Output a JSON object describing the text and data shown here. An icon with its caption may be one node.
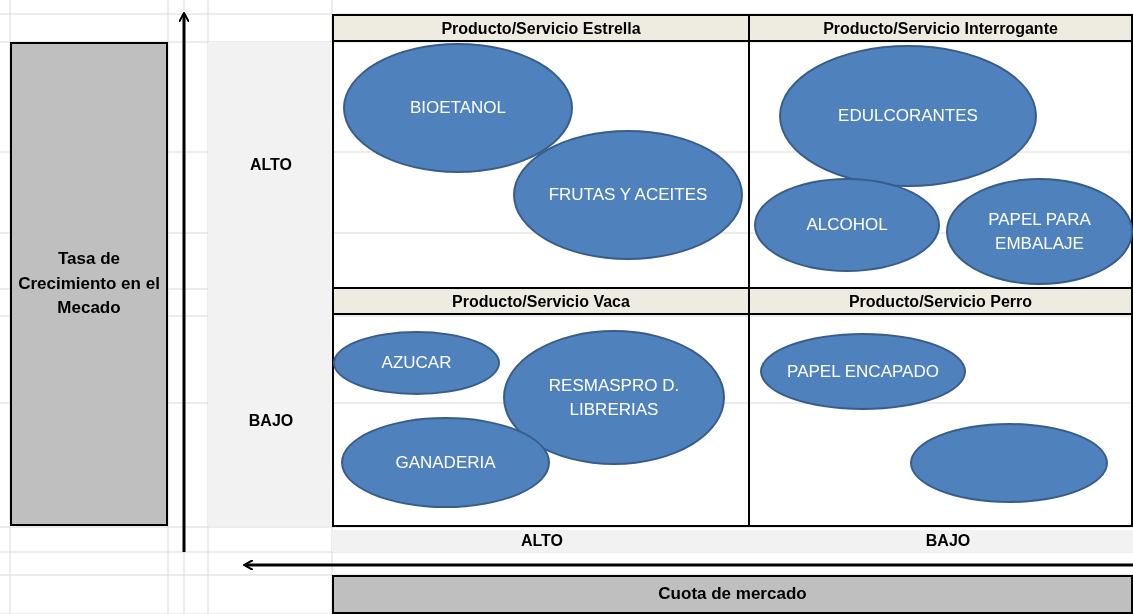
{
  "diagram": {
    "nodes": [
      {
        "text": [
          "Tasa de Crecimiento en el Mecado"
        ]
      },
      {
        "text": [
          "Producto/Servicio Estrella"
        ]
      },
      {
        "text": [
          "BIOETANOL"
        ],
        "in": 1
      },
      {
        "text": [
          "FRUTAS Y ACEITES"
        ],
        "in": 1
      },
      {
        "text": [
          "Producto/Servicio Interrogante"
        ]
      },
      {
        "text": [
          "EDULCORANTES"
        ],
        "in": 4
      },
      {
        "text": [
          "ALCOHOL"
        ],
        "in": 4
      },
      {
        "text": [
          "PAPEL PARA EMBALAJE"
        ],
        "in": 4
      },
      {
        "text": [
          "Producto/Servicio Vaca"
        ]
      },
      {
        "text": [
          "AZUCAR"
        ],
        "in": 8
      },
      {
        "text": [
          "RESMASPRO D. LIBRERIAS"
        ],
        "in": 8
      },
      {
        "text": [
          "GANADERIA"
        ],
        "in": 8
      },
      {
        "text": [
          "Producto/Servicio Perro"
        ]
      },
      {
        "text": [
          "PAPEL ENCAPADO"
        ],
        "in": 12
      },
      {
        "text": [],
        "shape": "ellipse",
        "in": 12
      },
      {
        "text": [
          "Cuota de mercado"
        ]
      }
    ],
    "labels": [
      "ALTO",
      "BAJO",
      "ALTO",
      "BAJO"
    ]
  }
}
